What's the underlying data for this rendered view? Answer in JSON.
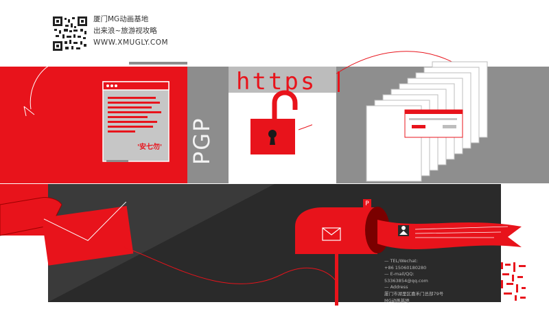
{
  "header": {
    "line1": "厦门MG动画基地",
    "line2": "出来浪~旅游视攻略",
    "url": "WWW.XMUGLY.COM"
  },
  "panels": {
    "browser_badge": "'安七勿'",
    "https_label": "https",
    "pgp_label": "PGP",
    "mailbox_flag": "P"
  },
  "contact": {
    "lines": [
      "— TEL/Wechat:",
      "+86 15060180280",
      "— E-mail/QQ:",
      "53363854@qq.com",
      "— Address",
      "厦门市湖里区嘉禾门总部79号",
      "MG动画基地"
    ]
  },
  "colors": {
    "accent": "#e8131b",
    "grey": "#8e8e8e",
    "dark": "#333333"
  }
}
